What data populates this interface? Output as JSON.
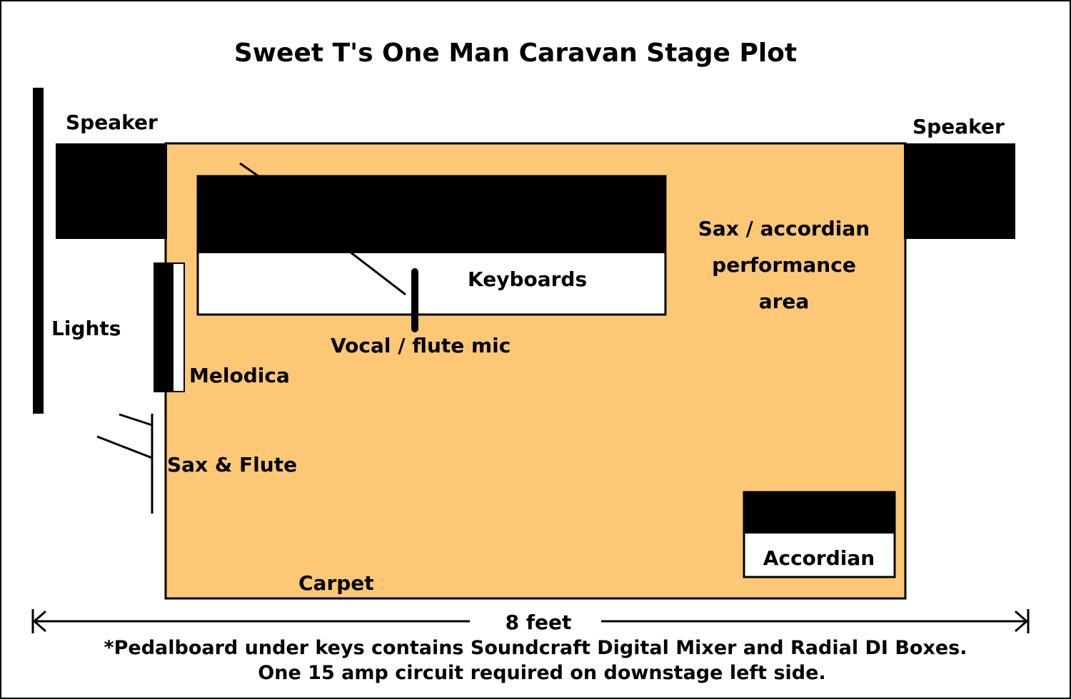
{
  "title": "Sweet T's One Man Caravan Stage Plot",
  "labels": {
    "speaker_left": "Speaker",
    "speaker_right": "Speaker",
    "lights": "Lights",
    "melodica": "Melodica",
    "sax_flute": "Sax & Flute",
    "keyboards": "Keyboards",
    "vocal_mic": "Vocal / flute mic",
    "sax_area_1": "Sax / accordian",
    "sax_area_2": "performance",
    "sax_area_3": "area",
    "accordian": "Accordian",
    "carpet": "Carpet",
    "width": "8 feet"
  },
  "notes": {
    "line1": "*Pedalboard under keys contains Soundcraft Digital Mixer and Radial DI Boxes.",
    "line2": "One 15 amp circuit required on downstage left side."
  },
  "colors": {
    "carpet": "#fdc875",
    "equipment": "#000000",
    "background": "#ffffff"
  }
}
